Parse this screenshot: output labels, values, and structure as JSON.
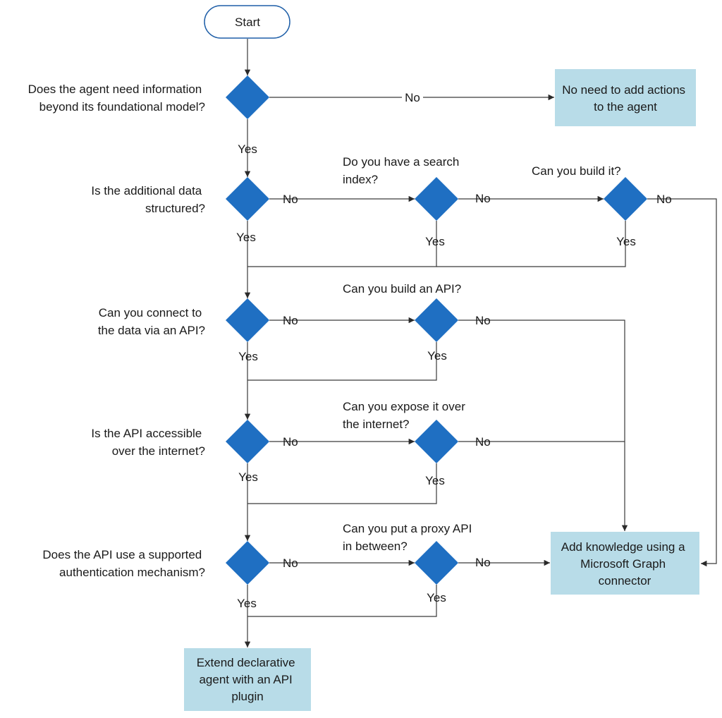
{
  "start": "Start",
  "questions": {
    "q1": [
      "Does the agent need information",
      "beyond its foundational model?"
    ],
    "q2": [
      "Is the additional data",
      "structured?"
    ],
    "q3": [
      "Can you connect to",
      "the data via an API?"
    ],
    "q4": [
      "Is the API accessible",
      "over the internet?"
    ],
    "q5": [
      "Does the API use a supported",
      "authentication mechanism?"
    ],
    "search_index": [
      "Do you have a search",
      "index?"
    ],
    "build_it": "Can you build it?",
    "build_api": "Can you build an API?",
    "expose": [
      "Can you expose it over",
      "the internet?"
    ],
    "proxy": [
      "Can you put a proxy API",
      "in between?"
    ]
  },
  "outcomes": {
    "no_actions": [
      "No need to add actions",
      "to the agent"
    ],
    "graph_connector": [
      "Add knowledge using a",
      "Microsoft Graph",
      "connector"
    ],
    "api_plugin": [
      "Extend declarative",
      "agent with an API",
      "plugin"
    ]
  },
  "answers": {
    "yes": "Yes",
    "no": "No"
  },
  "colors": {
    "decision": "#1f6fc2",
    "outcome": "#b8dce8",
    "start_border": "#1f5fa8"
  }
}
